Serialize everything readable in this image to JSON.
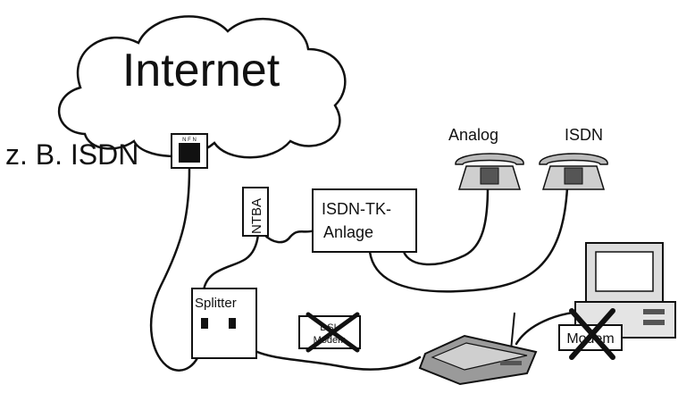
{
  "cloud_label": "Internet",
  "isdn_source_label": "z. B. ISDN",
  "ntba_label": "NTBA",
  "pbx_label_line1": "ISDN-TK-",
  "pbx_label_line2": "Anlage",
  "phone_analog_label": "Analog",
  "phone_isdn_label": "ISDN",
  "splitter_label": "Splitter",
  "dsl_modem_line1": "DSL",
  "dsl_modem_line2": "Modem",
  "pc_modem_label": "Modem",
  "socket_letters": "N F N",
  "colors": {
    "stroke": "#111111",
    "fill_light": "#cfcfcf",
    "fill_dark": "#555555"
  }
}
